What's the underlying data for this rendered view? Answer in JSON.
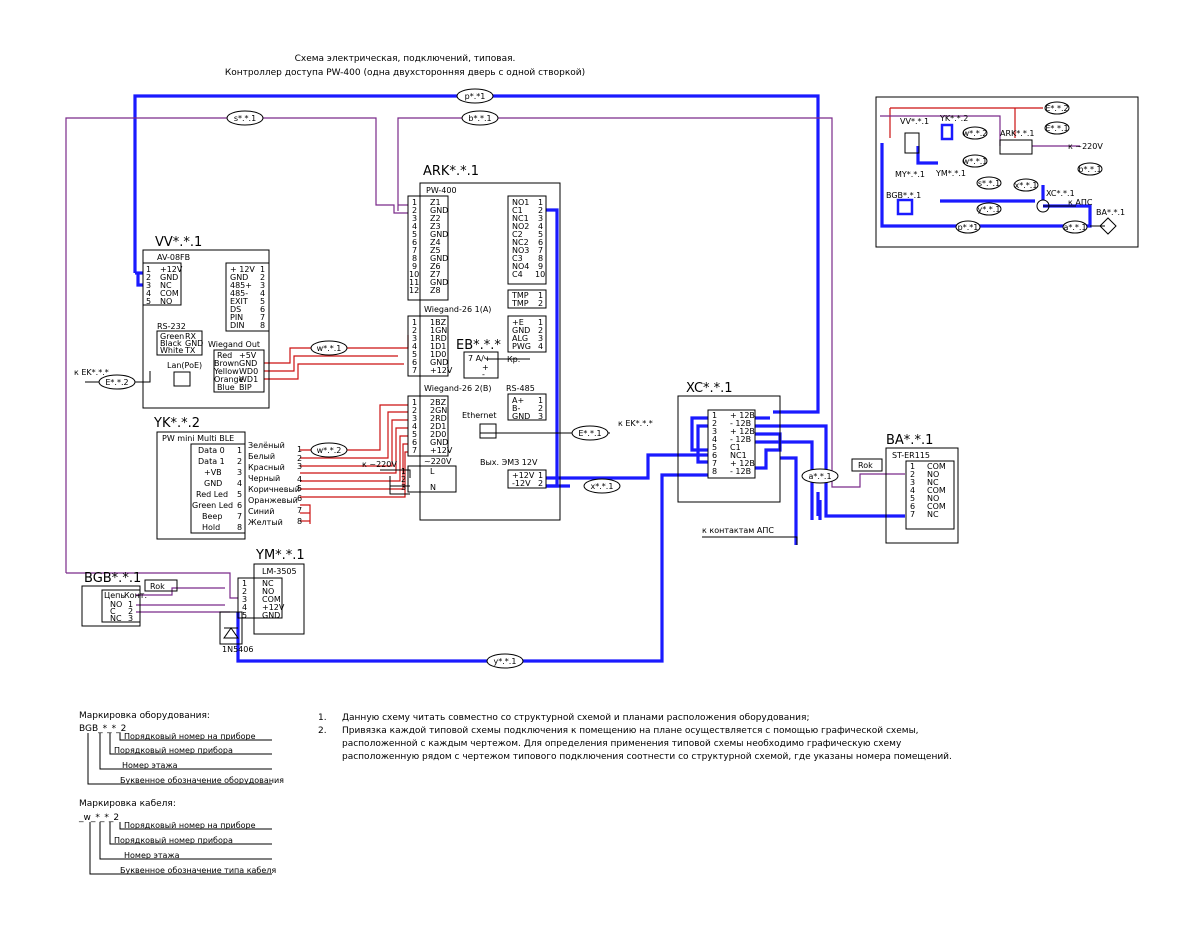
{
  "header": {
    "line1": "Схема электрическая,  подключений, типовая.",
    "line2": "Контроллер доступа PW-400 (одна двухсторонняя дверь с одной створкой)"
  },
  "devices": {
    "vv": {
      "id": "VV*.*.1",
      "model": "AV-08FB",
      "left_pins": [
        "+12V",
        "GND",
        "NC",
        "COM",
        "NO"
      ],
      "right_pins": [
        "+ 12V",
        "GND",
        "485+",
        "485-",
        "EXIT",
        "DS",
        "PIN",
        "DIN"
      ],
      "rs232_label": "RS-232",
      "rs232": [
        [
          "Green",
          "RX"
        ],
        [
          "Black",
          "GND"
        ],
        [
          "White",
          "TX"
        ]
      ],
      "wiegand_label": "Wiegand Out",
      "wiegand": [
        [
          "Red",
          "+5V"
        ],
        [
          "Brown",
          "GND"
        ],
        [
          "Yellow",
          "WD0"
        ],
        [
          "Orange",
          "WD1"
        ],
        [
          "Blue",
          "BIP"
        ]
      ],
      "lan": "Lan(PoE)"
    },
    "ark": {
      "id": "ARK*.*.1",
      "model": "PW-400",
      "z_pins": [
        "Z1",
        "GND",
        "Z2",
        "Z3",
        "GND",
        "Z4",
        "Z5",
        "GND",
        "Z6",
        "Z7",
        "GND",
        "Z8"
      ],
      "relay_pins": [
        "NO1",
        "C1",
        "NC1",
        "NO2",
        "C2",
        "NC2",
        "NO3",
        "C3",
        "NO4",
        "C4"
      ],
      "tmp_pins": [
        "TMP",
        "TMP"
      ],
      "w1_label": "Wiegand-26 1(A)",
      "w1_pins": [
        "1BZ",
        "1GN",
        "1RD",
        "1D1",
        "1D0",
        "GND",
        "+12V"
      ],
      "ctrl_pins": [
        "+E",
        "GND",
        "ALG",
        "PWG"
      ],
      "eb_label": "EB*.*.*",
      "eb_text": [
        "Кр.",
        "7 А/ч"
      ],
      "w2_label": "Wiegand-26 2(B)",
      "w2_pins": [
        "2BZ",
        "2GN",
        "2RD",
        "2D1",
        "2D0",
        "GND",
        "+12V"
      ],
      "rs485_label": "RS-485",
      "rs485_pins": [
        "A+",
        "B-",
        "GND"
      ],
      "ethernet": "Ethernet",
      "pow_label": "~220V",
      "pow_pins": [
        "L",
        "",
        "N"
      ],
      "out_label": "Вых. ЭМЗ 12V",
      "out_pins": [
        "+12V",
        "-12V"
      ]
    },
    "yk": {
      "id": "YK*.*.2",
      "model": "PW mini Multi BLE",
      "pins": [
        "Data 0",
        "Data 1",
        "+VB",
        "GND",
        "Red Led",
        "Green Led",
        "Beep",
        "Hold"
      ],
      "colors": [
        "Зелёный",
        "Белый",
        "Красный",
        "Черный",
        "Коричневый",
        "Оранжевый",
        "Синий",
        "Желтый"
      ]
    },
    "xc": {
      "id": "XC*.*.1",
      "pins": [
        "+ 12В",
        "- 12В",
        "+ 12В",
        "- 12В",
        "C1",
        "NC1",
        "+ 12В",
        "- 12В"
      ]
    },
    "ba": {
      "id": "BA*.*.1",
      "model": "ST-ER115",
      "rok": "Rok",
      "pins": [
        "COM",
        "NO",
        "NC",
        "COM",
        "NO",
        "COM",
        "NC"
      ]
    },
    "bgb": {
      "id": "BGB*.*.1",
      "rok": "Rok",
      "chain": "Цепь",
      "kont": "Конт.",
      "pins": [
        "NO",
        "C",
        "NC"
      ]
    },
    "ym": {
      "id": "YM*.*.1",
      "model": "LM-3505",
      "pins": [
        "NC",
        "NO",
        "COM",
        "+12V",
        "GND"
      ],
      "diode": "1N5406"
    }
  },
  "cables": {
    "p": "p*.*1",
    "s": "s*.*.1",
    "b": "b*.*.1",
    "w1": "w*.*.1",
    "w2": "w*.*.2",
    "e2": "E*.*.2",
    "e1": "E*.*.1",
    "x": "x*.*.1",
    "y": "y*.*.1",
    "a": "a*.*.1"
  },
  "labels": {
    "ek_left": "к EK*.*.*",
    "ek_right": "к EK*.*.*",
    "v220": "к ~220V",
    "aps_contacts": "к контактам АПС"
  },
  "mini": {
    "vv": "VV*.*.1",
    "yk": "YK*.*.2",
    "ark": "ARK*.*.1",
    "my": "MY*.*.1",
    "ym": "YM*.*.1",
    "bgb": "BGB*.*.1",
    "xc": "XC*.*.1",
    "ba": "BA*.*.1",
    "v220": "к ~220V",
    "aps": "к АПС",
    "tags": [
      "E*.*.2",
      "E*.*.1",
      "w*.*.2",
      "w*.*.1",
      "s*.*.1",
      "x*.*.1",
      "b*.*.1",
      "y*.*.1",
      "p*.*1",
      "a*.*.1"
    ]
  },
  "legend": {
    "equip_title": "Маркировка оборудования:",
    "equip_code": "BGB_*_*_2",
    "equip_rows": [
      "Порядковый номер на приборе",
      "Порядковый номер прибора",
      "Номер этажа",
      "Буквенное обозначение оборудования"
    ],
    "cable_title": "Маркировка кабеля:",
    "cable_code": "_w_*_*_2",
    "cable_rows": [
      "Порядковый номер на приборе",
      "Порядковый номер прибора",
      "Номер этажа",
      "Буквенное обозначение типа кабеля"
    ]
  },
  "notes": {
    "n1_num": "1.",
    "n1": "Данную схему читать совместно со структурной схемой и планами расположения оборудования;",
    "n2_num": "2.",
    "n2a": "Привязка каждой типовой схемы подключения к помещению на плане осуществляется с помощью графической схемы,",
    "n2b": "расположенной с каждым чертежом. Для определения применения типовой схемы необходимо графическую схему",
    "n2c": "расположенную рядом с чертежом типового подключения соотнести со структурной схемой, где указаны номера помещений."
  },
  "colors": {
    "power": "#1a1aff",
    "signal": "#cc1111",
    "line": "#7a2a8a"
  }
}
